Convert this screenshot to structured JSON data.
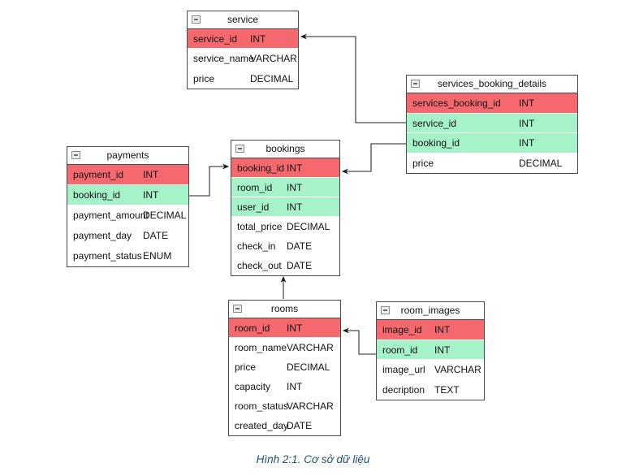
{
  "caption": {
    "text": "Hình 2:1. Cơ sở dữ liệu"
  },
  "colors": {
    "pk_row": "#f5696e",
    "fk_row": "#a6f2c9",
    "table_border": "#4a4a4a",
    "connector": "#4d4d4d",
    "caption_text": "#1f4e79",
    "header_bg": "#ffffff",
    "row_text": "#111111"
  },
  "icons": {
    "table_header": "collapse-icon"
  },
  "tables": [
    {
      "title": "service",
      "rows": [
        {
          "field": "service_id",
          "type": "INT",
          "kind": "pk"
        },
        {
          "field": "service_name",
          "type": "VARCHAR",
          "kind": "plain"
        },
        {
          "field": "price",
          "type": "DECIMAL",
          "kind": "plain"
        }
      ]
    },
    {
      "title": "services_booking_details",
      "rows": [
        {
          "field": "services_booking_id",
          "type": "INT",
          "kind": "pk"
        },
        {
          "field": "service_id",
          "type": "INT",
          "kind": "fk"
        },
        {
          "field": "booking_id",
          "type": "INT",
          "kind": "fk"
        },
        {
          "field": "price",
          "type": "DECIMAL",
          "kind": "plain"
        }
      ]
    },
    {
      "title": "payments",
      "rows": [
        {
          "field": "payment_id",
          "type": "INT",
          "kind": "pk"
        },
        {
          "field": "booking_id",
          "type": "INT",
          "kind": "fk"
        },
        {
          "field": "payment_amount",
          "type": "DECIMAL",
          "kind": "plain"
        },
        {
          "field": "payment_day",
          "type": "DATE",
          "kind": "plain"
        },
        {
          "field": "payment_status",
          "type": "ENUM",
          "kind": "plain"
        }
      ]
    },
    {
      "title": "bookings",
      "rows": [
        {
          "field": "booking_id",
          "type": "INT",
          "kind": "pk"
        },
        {
          "field": "room_id",
          "type": "INT",
          "kind": "fk"
        },
        {
          "field": "user_id",
          "type": "INT",
          "kind": "fk"
        },
        {
          "field": "total_price",
          "type": "DECIMAL",
          "kind": "plain"
        },
        {
          "field": "check_in",
          "type": "DATE",
          "kind": "plain"
        },
        {
          "field": "check_out",
          "type": "DATE",
          "kind": "plain"
        }
      ]
    },
    {
      "title": "rooms",
      "rows": [
        {
          "field": "room_id",
          "type": "INT",
          "kind": "pk"
        },
        {
          "field": "room_name",
          "type": "VARCHAR",
          "kind": "plain"
        },
        {
          "field": "price",
          "type": "DECIMAL",
          "kind": "plain"
        },
        {
          "field": "capacity",
          "type": "INT",
          "kind": "plain"
        },
        {
          "field": "room_status",
          "type": "VARCHAR",
          "kind": "plain"
        },
        {
          "field": "created_day",
          "type": "DATE",
          "kind": "plain"
        }
      ]
    },
    {
      "title": "room_images",
      "rows": [
        {
          "field": "image_id",
          "type": "INT",
          "kind": "pk"
        },
        {
          "field": "room_id",
          "type": "INT",
          "kind": "fk"
        },
        {
          "field": "image_url",
          "type": "VARCHAR",
          "kind": "plain"
        },
        {
          "field": "decription",
          "type": "TEXT",
          "kind": "plain"
        }
      ]
    }
  ],
  "connections": [
    {
      "from": "services_booking_details.service_id",
      "to": "service.service_id"
    },
    {
      "from": "services_booking_details.booking_id",
      "to": "bookings.booking_id"
    },
    {
      "from": "payments.booking_id",
      "to": "bookings.booking_id"
    },
    {
      "from": "rooms.room_id",
      "to": "bookings.room_id"
    },
    {
      "from": "room_images.room_id",
      "to": "rooms.room_id"
    }
  ]
}
